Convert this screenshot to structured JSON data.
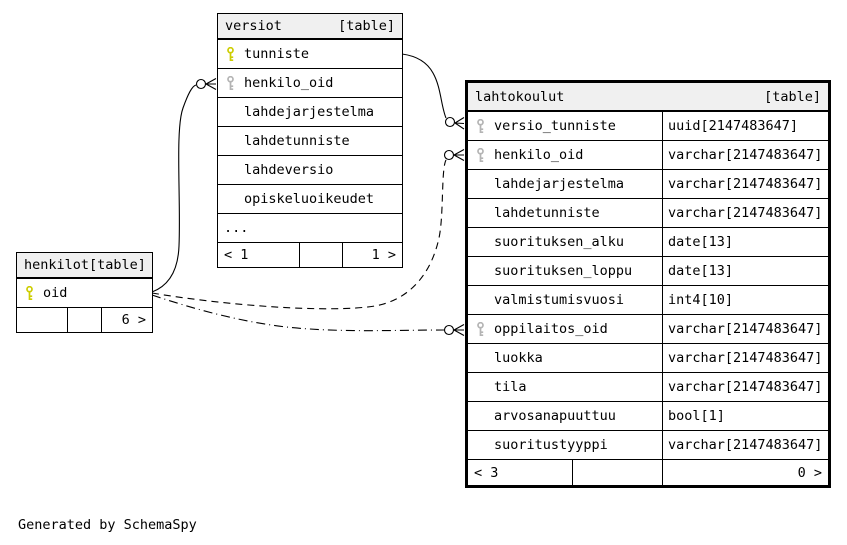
{
  "credit": "Generated by SchemaSpy",
  "colors": {
    "primary_key": "#cdcd00",
    "foreign_key": "#b4b4b4",
    "header_bg": "#f0f0f0",
    "line": "#000000"
  },
  "tables": {
    "versiot": {
      "title": "versiot",
      "tag": "[table]",
      "columns": [
        {
          "name": "tunniste",
          "key": "primary"
        },
        {
          "name": "henkilo_oid",
          "key": "foreign"
        },
        {
          "name": "lahdejarjestelma"
        },
        {
          "name": "lahdetunniste"
        },
        {
          "name": "lahdeversio"
        },
        {
          "name": "opiskeluoikeudet"
        },
        {
          "name": "..."
        }
      ],
      "footer": {
        "left": "< 1",
        "mid": "",
        "right": "1 >"
      }
    },
    "henkilot": {
      "title": "henkilot",
      "tag": "[table]",
      "columns": [
        {
          "name": "oid",
          "key": "primary"
        }
      ],
      "footer": {
        "left": "",
        "mid": "",
        "right": "6 >"
      }
    },
    "lahtokoulut": {
      "title": "lahtokoulut",
      "tag": "[table]",
      "columns": [
        {
          "name": "versio_tunniste",
          "type": "uuid[2147483647]",
          "key": "foreign"
        },
        {
          "name": "henkilo_oid",
          "type": "varchar[2147483647]",
          "key": "foreign"
        },
        {
          "name": "lahdejarjestelma",
          "type": "varchar[2147483647]"
        },
        {
          "name": "lahdetunniste",
          "type": "varchar[2147483647]"
        },
        {
          "name": "suorituksen_alku",
          "type": "date[13]"
        },
        {
          "name": "suorituksen_loppu",
          "type": "date[13]"
        },
        {
          "name": "valmistumisvuosi",
          "type": "int4[10]"
        },
        {
          "name": "oppilaitos_oid",
          "type": "varchar[2147483647]",
          "key": "foreign"
        },
        {
          "name": "luokka",
          "type": "varchar[2147483647]"
        },
        {
          "name": "tila",
          "type": "varchar[2147483647]"
        },
        {
          "name": "arvosanapuuttuu",
          "type": "bool[1]"
        },
        {
          "name": "suoritustyyppi",
          "type": "varchar[2147483647]"
        }
      ],
      "footer": {
        "left": "< 3",
        "mid": "",
        "right": "0 >"
      }
    }
  },
  "relationships": [
    {
      "from": "henkilot.oid",
      "to": "versiot.henkilo_oid",
      "style": "solid"
    },
    {
      "from": "versiot.tunniste",
      "to": "lahtokoulut.versio_tunniste",
      "style": "solid"
    },
    {
      "from": "henkilot.oid",
      "to": "lahtokoulut.henkilo_oid",
      "style": "dashed"
    },
    {
      "from": "henkilot.oid",
      "to": "lahtokoulut.oppilaitos_oid",
      "style": "dash-dot"
    }
  ]
}
